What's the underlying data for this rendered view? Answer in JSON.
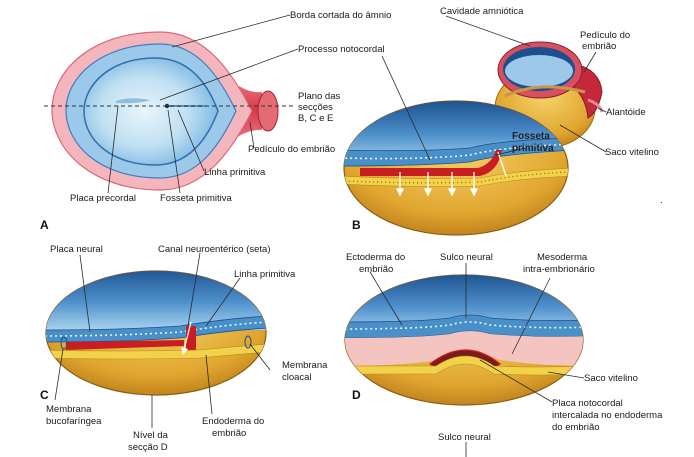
{
  "panel_a": {
    "letter": "A",
    "labels": {
      "borda_cortada": "Borda cortada do âmnio",
      "processo_notocordal": "Processo notocordal",
      "plano_line1": "Plano das",
      "plano_line2": "secções",
      "plano_line3": "B, C e E",
      "pediculo": "Pedículo do embrião",
      "linha_primitiva": "Linha primitiva",
      "placa_precordal": "Placa precordal",
      "fosseta_primitiva": "Fosseta primitiva"
    }
  },
  "panel_b": {
    "letter": "B",
    "labels": {
      "cavidade_amniotica": "Cavidade amniótica",
      "pediculo_line1": "Pedículo do",
      "pediculo_line2": "embrião",
      "alantoide": "Alantóide",
      "saco_vitelino": "Saco vitelino",
      "fosseta_line1": "Fosseta",
      "fosseta_line2": "primitiva"
    }
  },
  "panel_c": {
    "letter": "C",
    "labels": {
      "placa_neural": "Placa neural",
      "canal_neuroenterico": "Canal neuroentérico (seta)",
      "linha_primitiva": "Linha primitiva",
      "membrana_cloacal_line1": "Membrana",
      "membrana_cloacal_line2": "cloacal",
      "membrana_buco_line1": "Membrana",
      "membrana_buco_line2": "bucofaríngea",
      "nivel_line1": "Nível da",
      "nivel_line2": "secção D",
      "endoderma_line1": "Endoderma do",
      "endoderma_line2": "embrião"
    }
  },
  "panel_d": {
    "letter": "D",
    "labels": {
      "ectoderma_line1": "Ectoderma do",
      "ectoderma_line2": "embrião",
      "sulco_neural": "Sulco neural",
      "mesoderma_line1": "Mesoderma",
      "mesoderma_line2": "intra-embrionário",
      "saco_vitelino": "Saco vitelino",
      "placa_line1": "Placa notocordal",
      "placa_line2": "intercalada no endoderma",
      "placa_line3": "do embrião",
      "sulco_neural_bottom": "Sulco neural"
    }
  },
  "colors": {
    "ectoderm_blue": "#4a90c8",
    "amnion_light": "#bcdcf0",
    "mesoderm_pink": "#f3c4c0",
    "notochord_red": "#c81e22",
    "yolk_gold": "#e8b43a",
    "yolk_dark": "#c58a1e"
  }
}
